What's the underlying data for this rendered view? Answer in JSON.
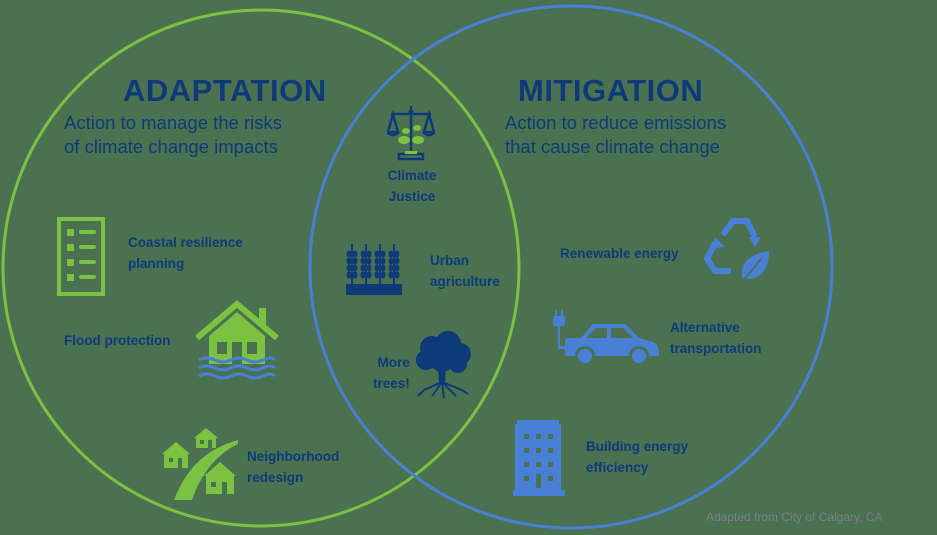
{
  "colors": {
    "background": "#4a7250",
    "adaptation_green": "#7cc242",
    "mitigation_blue": "#4a7fd6",
    "text_navy": "#0f3a7a",
    "credit_gray": "#7a7f88"
  },
  "adaptation": {
    "title": "ADAPTATION",
    "subtitle_line1": "Action to manage the risks",
    "subtitle_line2": "of climate change impacts",
    "items": [
      {
        "label": "Coastal resilience\nplanning",
        "icon": "checklist-icon"
      },
      {
        "label": "Flood protection",
        "icon": "flooded-house-icon"
      },
      {
        "label": "Neighborhood\nredesign",
        "icon": "neighborhood-houses-icon"
      }
    ]
  },
  "overlap": {
    "items": [
      {
        "label": "Climate\nJustice",
        "icon": "scales-with-plant-icon"
      },
      {
        "label": "Urban\nagriculture",
        "icon": "wheat-icon"
      },
      {
        "label": "More\ntrees!",
        "icon": "tree-icon"
      }
    ]
  },
  "mitigation": {
    "title": "MITIGATION",
    "subtitle_line1": "Action to reduce emissions",
    "subtitle_line2": "that cause climate change",
    "items": [
      {
        "label": "Renewable energy",
        "icon": "recycle-leaf-icon"
      },
      {
        "label": "Alternative\ntransportation",
        "icon": "electric-car-icon"
      },
      {
        "label": "Building energy\nefficiency",
        "icon": "building-icon"
      }
    ]
  },
  "credit": "Adapted from City of Calgary, CA"
}
